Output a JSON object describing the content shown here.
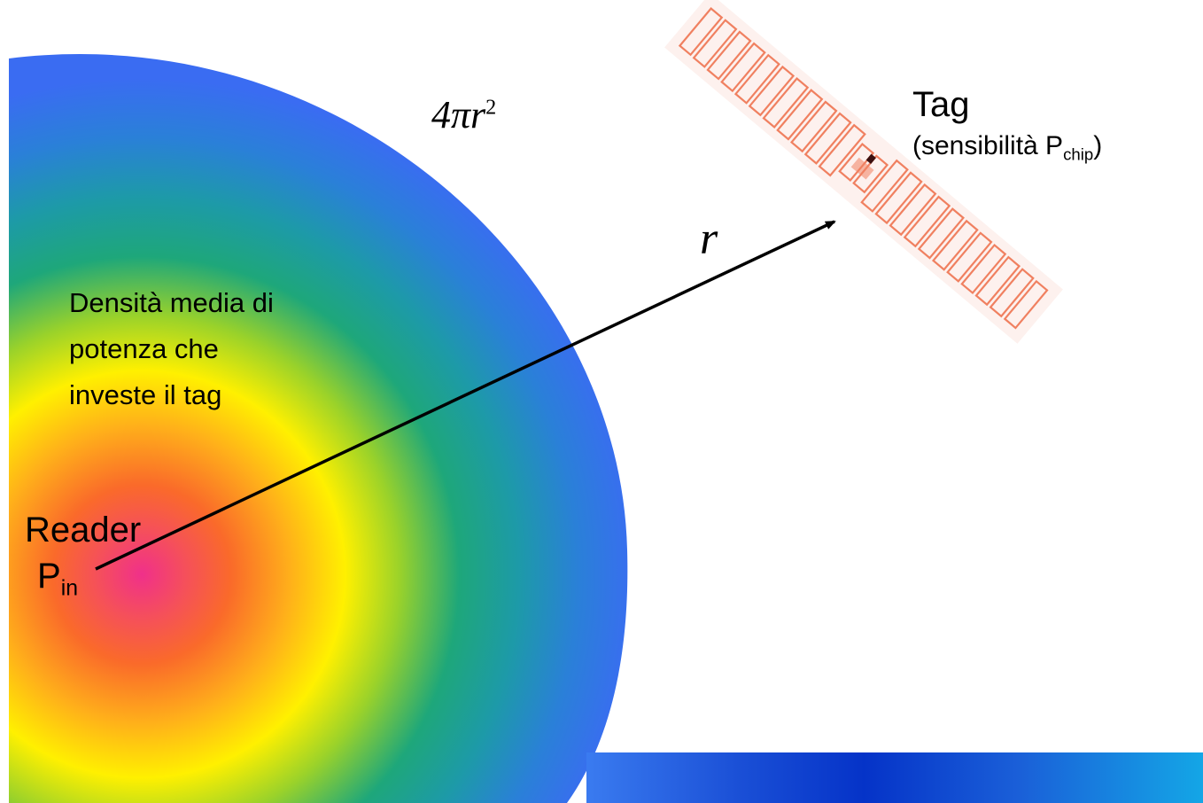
{
  "formula": {
    "coef": "4",
    "pi": "π",
    "var": "r",
    "exp": "2"
  },
  "distance_label": "r",
  "tag": {
    "title": "Tag",
    "sensitivity_prefix": "(sensibilità P",
    "sensitivity_sub": "chip",
    "sensitivity_suffix": ")"
  },
  "density_text": {
    "line1": "Densità media di",
    "line2": "potenza che",
    "line3": "investe il tag"
  },
  "reader": {
    "label": "Reader",
    "power_main": "P",
    "power_sub": "in"
  },
  "colors": {
    "sphere_outer": "#3a6cf2",
    "sphere_core": "#f0308a",
    "arrow": "#000000",
    "tag_antenna": "#f08060",
    "footer_bar": "#0533c8"
  }
}
